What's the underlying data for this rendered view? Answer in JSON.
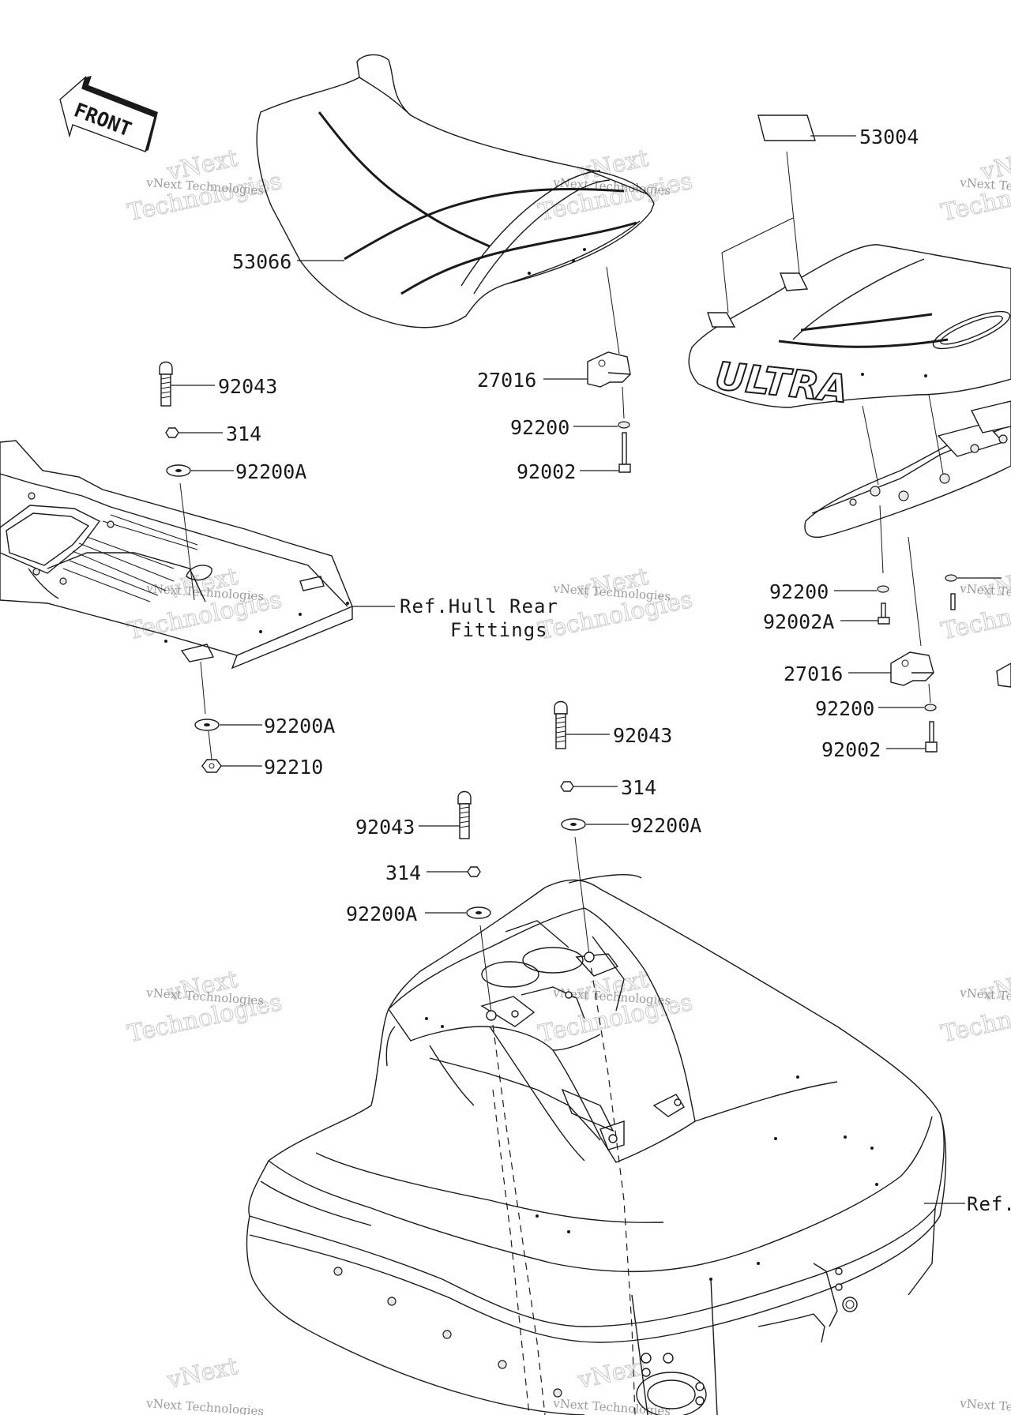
{
  "front_arrow": {
    "label": "FRONT"
  },
  "parts": {
    "seat": "53066",
    "pad": "53004",
    "stop_left": "27016",
    "stop_right": "27016",
    "washer_a": "92200",
    "bolt_a": "92002",
    "washer_b": "92200",
    "bolt_b": "92002A",
    "washer_c": "92200",
    "bolt_c": "92002",
    "stud_1": "92043",
    "nut_1": "314",
    "washer_1": "92200A",
    "washer_1b": "92200A",
    "nut_1b": "92210",
    "stud_2": "92043",
    "nut_2": "314",
    "washer_2": "92200A",
    "stud_3": "92043",
    "nut_3": "314",
    "washer_3": "92200A"
  },
  "refs": {
    "hull_rear_line1": "Ref.Hull Rear",
    "hull_rear_line2": "Fittings",
    "right_cut": "Ref."
  },
  "watermark": {
    "brand": "vNext",
    "name": "Technologies",
    "full": "vNext Technologies"
  },
  "seat_logo": "ULTRA"
}
